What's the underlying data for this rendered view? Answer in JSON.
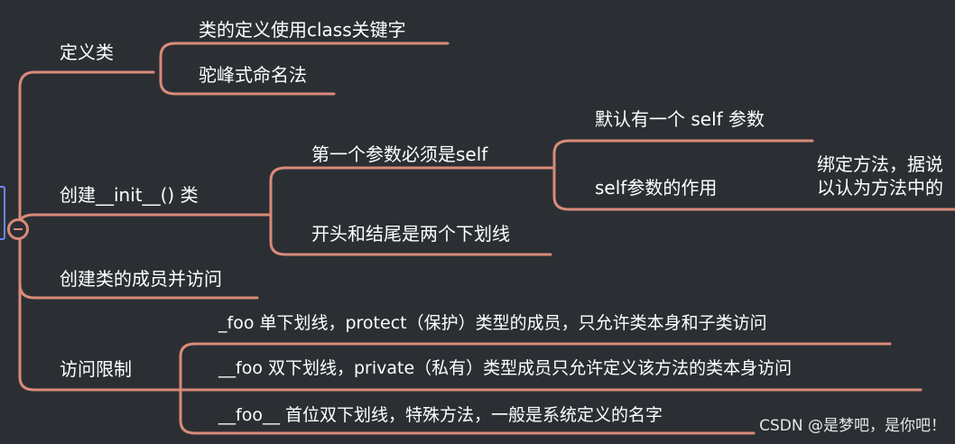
{
  "mindmap": {
    "branches": [
      {
        "label": "定义类",
        "children": [
          "类的定义使用class关键字",
          "驼峰式命名法"
        ]
      },
      {
        "label": "创建__init__() 类",
        "children": [
          {
            "label": "第一个参数必须是self",
            "children": [
              "默认有一个 self 参数",
              "self参数的作用"
            ],
            "note_lines": [
              "绑定方法，据说",
              "以认为方法中的"
            ]
          },
          "开头和结尾是两个下划线"
        ]
      },
      {
        "label": "创建类的成员并访问"
      },
      {
        "label": "访问限制",
        "children": [
          "_foo 单下划线，protect（保护）类型的成员，只允许类本身和子类访问",
          "__foo 双下划线，private（私有）类型成员只允许定义该方法的类本身访问",
          "__foo__ 首位双下划线，特殊方法，一般是系统定义的名字"
        ]
      }
    ]
  },
  "colors": {
    "background": "#2b2f34",
    "edge": "#d98a79",
    "root_edge": "#6b86ff",
    "text": "#ffffff"
  },
  "watermark": "CSDN @是梦吧，是你吧！"
}
